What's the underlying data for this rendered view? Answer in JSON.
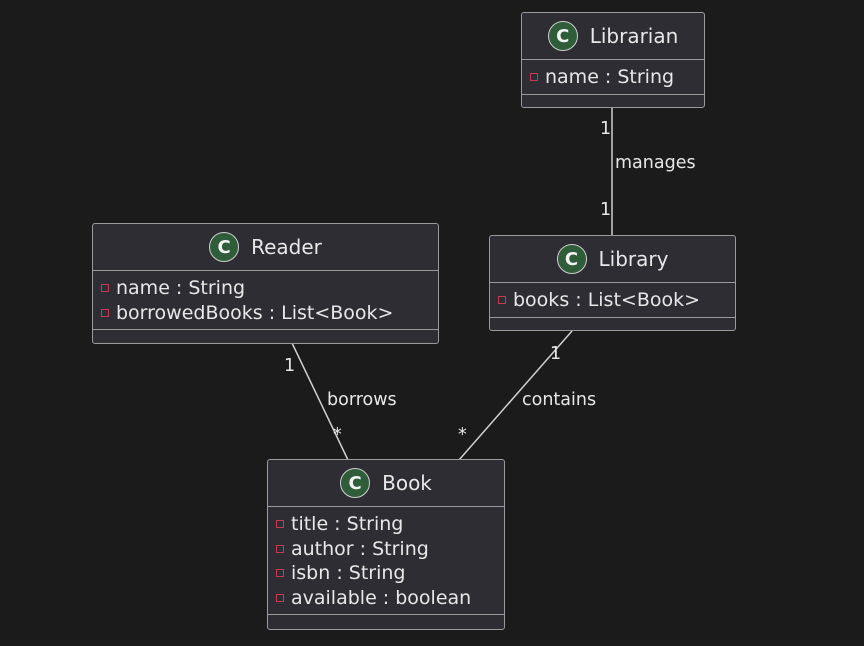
{
  "icon": "class-c-icon",
  "classes": {
    "librarian": {
      "badge": "C",
      "name": "Librarian",
      "attributes": [
        {
          "name": "name : String"
        }
      ]
    },
    "reader": {
      "badge": "C",
      "name": "Reader",
      "attributes": [
        {
          "name": "name : String"
        },
        {
          "name": "borrowedBooks : List<Book>"
        }
      ]
    },
    "library": {
      "badge": "C",
      "name": "Library",
      "attributes": [
        {
          "name": "books : List<Book>"
        }
      ]
    },
    "book": {
      "badge": "C",
      "name": "Book",
      "attributes": [
        {
          "name": "title : String"
        },
        {
          "name": "author : String"
        },
        {
          "name": "isbn : String"
        },
        {
          "name": "available : boolean"
        }
      ]
    }
  },
  "relations": {
    "manages": {
      "label": "manages",
      "from_mult": "1",
      "to_mult": "1"
    },
    "borrows": {
      "label": "borrows",
      "from_mult": "1",
      "to_mult": "*"
    },
    "contains": {
      "label": "contains",
      "from_mult": "1",
      "to_mult": "*"
    }
  },
  "colors": {
    "background": "#1b1b1b",
    "box": "#2d2d33",
    "border": "#9a9a9a",
    "badge": "#2f5d3a",
    "private_marker": "#c43c52"
  }
}
